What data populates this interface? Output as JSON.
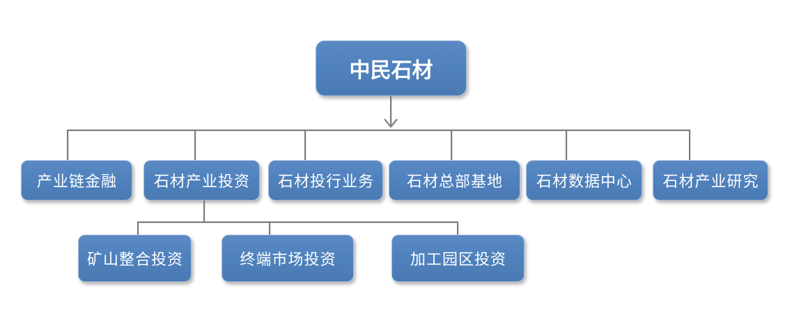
{
  "diagram": {
    "type": "org-chart",
    "root": {
      "label": "中民石材"
    },
    "level2": [
      {
        "label": "产业链金融"
      },
      {
        "label": "石材产业投资"
      },
      {
        "label": "石材投行业务"
      },
      {
        "label": "石材总部基地"
      },
      {
        "label": "石材数据中心"
      },
      {
        "label": "石材产业研究"
      }
    ],
    "level3_parent": "石材产业投资",
    "level3": [
      {
        "label": "矿山整合投资"
      },
      {
        "label": "终端市场投资"
      },
      {
        "label": "加工园区投资"
      }
    ],
    "colors": {
      "box_fill": "#4F81BD",
      "box_border": "#A7BEDC",
      "text": "#FFFFFF",
      "connector": "#7A7A7A",
      "background": "#FFFFFF"
    }
  }
}
